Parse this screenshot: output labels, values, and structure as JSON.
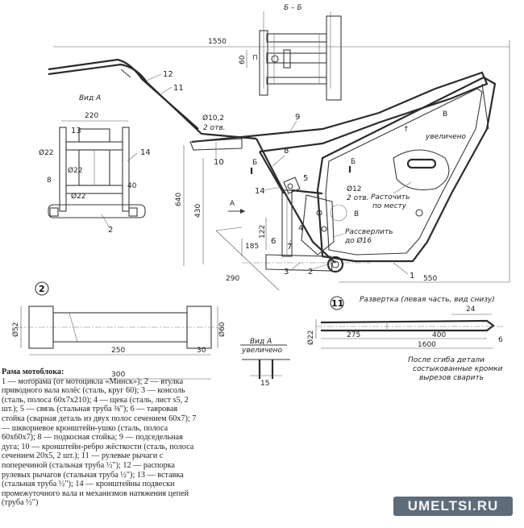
{
  "view_labels": {
    "section_bb": "Б – Б",
    "view_a": "Вид А",
    "view_a_enlarged_title": "Вид А",
    "view_a_enlarged_sub": "увеличено",
    "detail_b_title": "В",
    "detail_b_sub": "увеличено",
    "arrow_a": "А",
    "section_b_mark": "Б",
    "detail_b_mark": "В",
    "circled_2": "2",
    "circled_11": "11",
    "razvertka": "Развертка (левая часть, вид снизу)"
  },
  "dimensions": {
    "d1550": "1550",
    "d60": "60",
    "d220": "220",
    "d22a": "Ø22",
    "d22b": "Ø22",
    "d22c": "Ø22",
    "d40": "40",
    "d10_2": "Ø10,2",
    "otv2a": "2 отв.",
    "d640": "640",
    "d430": "430",
    "d12": "Ø12",
    "otv2b": "2 отв.",
    "d122": "122",
    "d185": "185",
    "d290": "290",
    "d550": "550",
    "d52": "Ø52",
    "d60b": "Ø60",
    "d250": "250",
    "d30": "30",
    "d300": "300",
    "d15": "15",
    "d24": "24",
    "d275": "275",
    "d400": "400",
    "d1600": "1600",
    "d22d": "Ø22",
    "d6": "6"
  },
  "callouts": {
    "n1": "1",
    "n2a": "2",
    "n2b": "2",
    "n3": "3",
    "n4": "4",
    "n5": "5",
    "n6": "6",
    "n7": "7",
    "n8a": "8",
    "n8b": "8",
    "n9": "9",
    "n10": "10",
    "n11": "11",
    "n12": "12",
    "n13": "13",
    "n14a": "14",
    "n14b": "14"
  },
  "notes": {
    "rastochit_1": "Расточить",
    "rastochit_2": "по месту",
    "rassverlit_1": "Рассверлить",
    "rassverlit_2": "до Ø16",
    "posle_1": "После сгиба детали",
    "posle_2": "состыкованные кромки",
    "posle_3": "вырезов сварить"
  },
  "caption": {
    "heading": "Рама мотоблока:",
    "body": "1 — моторама (от мотоцикла «Минск»); 2 — втулка приводного вала колёс (сталь, круг 60); 3 — консоль (сталь, полоса 60x7x210); 4 — щека (сталь, лист s5, 2 шт.); 5 — связь (стальная труба ⅜\"); 6 — тавровая стойка (сварная деталь из двух полос сечением 60x7); 7 — шкворневое кронштейн-ушко (сталь, полоса 60x60x7); 8 — подкосная стойка; 9 — подседельная дуга; 10 — кронштейн-ребро жёсткости (сталь, полоса сечением 20x5, 2 шт.); 11 — рулевые рычаги с поперечиной (стальная труба ½\"); 12 — распорка рулевых рычагов (стальная труба ½\"); 13 — вставка (стальная труба ½\"); 14 — кронштейны подвески промежуточного вала и механизмов натяжения цепей (труба ½\")"
  },
  "watermark": "UMELTSI.RU"
}
